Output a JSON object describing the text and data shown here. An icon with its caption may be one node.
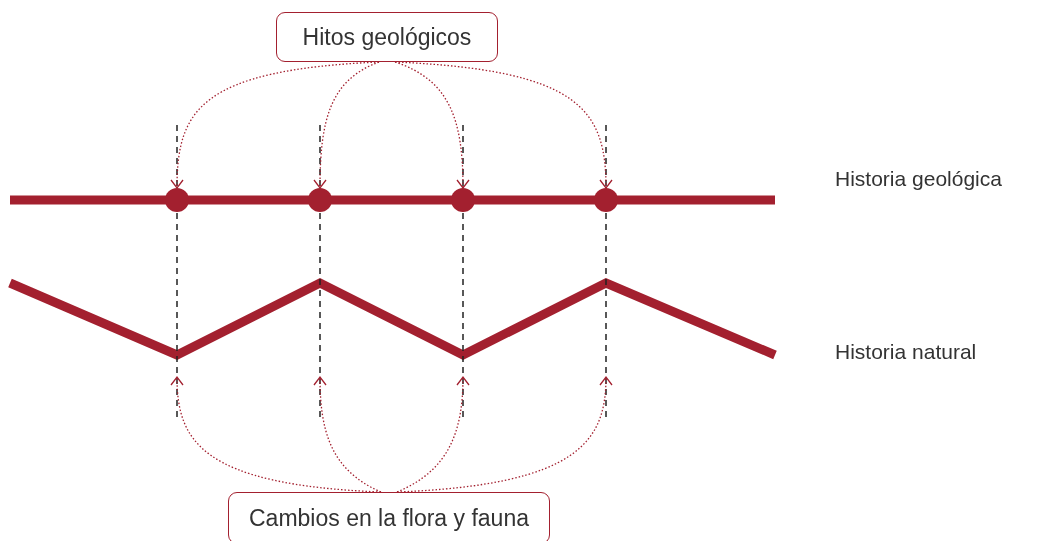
{
  "diagram": {
    "nodes": [
      {
        "text": [
          "Hitos geológicos"
        ]
      },
      {
        "text": [],
        "shape": "circle"
      },
      {
        "text": [],
        "shape": "circle"
      },
      {
        "text": [],
        "shape": "circle"
      },
      {
        "text": [],
        "shape": "circle"
      },
      {
        "text": [
          "Cambios en la flora y fauna"
        ]
      }
    ],
    "edges": [
      {
        "from": 0,
        "to": 1,
        "arrow": "to"
      },
      {
        "from": 0,
        "to": 2,
        "arrow": "to"
      },
      {
        "from": 0,
        "to": 3,
        "arrow": "to"
      },
      {
        "from": 0,
        "to": 4,
        "arrow": "to"
      },
      {
        "from": 5,
        "to": null,
        "arrow": "to"
      },
      {
        "from": 5,
        "to": null,
        "arrow": "to"
      },
      {
        "from": 5,
        "to": null,
        "arrow": "to"
      },
      {
        "from": 5,
        "to": null,
        "arrow": "to"
      }
    ],
    "labels": [
      "Historia geológica",
      "Historia natural"
    ]
  }
}
